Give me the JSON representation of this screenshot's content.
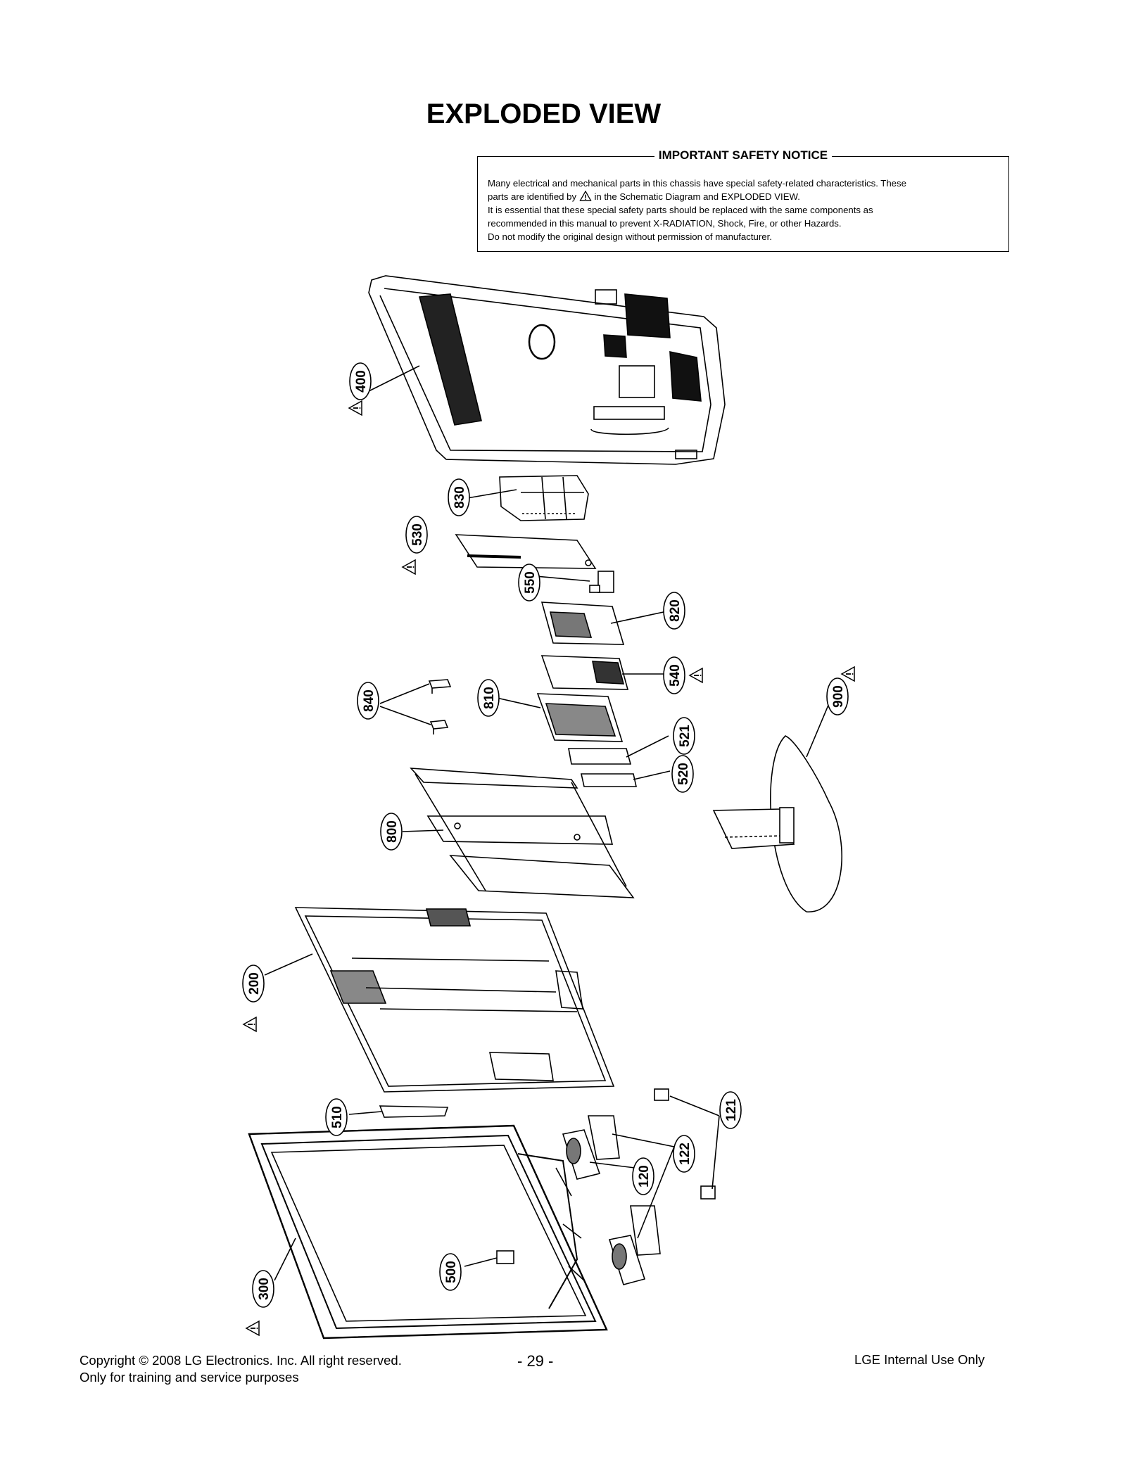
{
  "title": "EXPLODED VIEW",
  "notice": {
    "heading": "IMPORTANT SAFETY NOTICE",
    "line1": "Many electrical and mechanical parts in this chassis have special safety-related characteristics. These",
    "line2_pre": "parts are identified by",
    "line2_post": "in the Schematic Diagram and EXPLODED VIEW.",
    "line3": "It is essential that these special safety parts should be replaced with the same components as",
    "line4": "recommended in this manual to prevent X-RADIATION, Shock, Fire, or other Hazards.",
    "line5": "Do not modify the original design without permission of manufacturer."
  },
  "parts": {
    "p400": "400",
    "p830": "830",
    "p530": "530",
    "p550": "550",
    "p820": "820",
    "p540": "540",
    "p840": "840",
    "p810": "810",
    "p521": "521",
    "p520": "520",
    "p900": "900",
    "p800": "800",
    "p200": "200",
    "p510": "510",
    "p121": "121",
    "p122": "122",
    "p120": "120",
    "p500": "500",
    "p300": "300"
  },
  "footer": {
    "copyright": "Copyright  © 2008 LG Electronics. Inc. All right reserved.",
    "purpose": "Only for training and service purposes",
    "page": "- 29 -",
    "internal": "LGE Internal Use Only"
  }
}
